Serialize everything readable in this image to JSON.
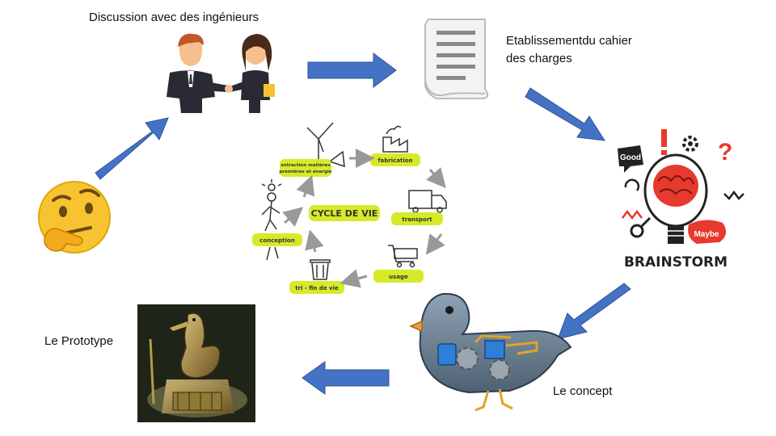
{
  "steps": {
    "discussion": "Discussion avec des ingénieurs",
    "cahier_line1": "Etablissementdu cahier",
    "cahier_line2": "des charges",
    "concept": "Le concept",
    "prototype": "Le Prototype"
  },
  "lifecycle": {
    "center": "CYCLE DE VIE",
    "extraction_line1": "extraction matières",
    "extraction_line2": "premières et énergie",
    "fabrication": "fabrication",
    "transport": "transport",
    "usage": "usage",
    "fin_de_vie": "tri - fin de vie",
    "conception": "conception"
  },
  "brainstorm": {
    "title": "BRAINSTORM",
    "good": "Good",
    "maybe": "Maybe"
  },
  "colors": {
    "arrow": "#4472C4",
    "tag_green": "#d6ea2a",
    "brain_red": "#e63a2e"
  },
  "icons": [
    "thinking-face-icon",
    "handshake-icon",
    "document-scroll-icon",
    "brainstorm-icon",
    "mechanical-duck-icon",
    "prototype-photo"
  ]
}
